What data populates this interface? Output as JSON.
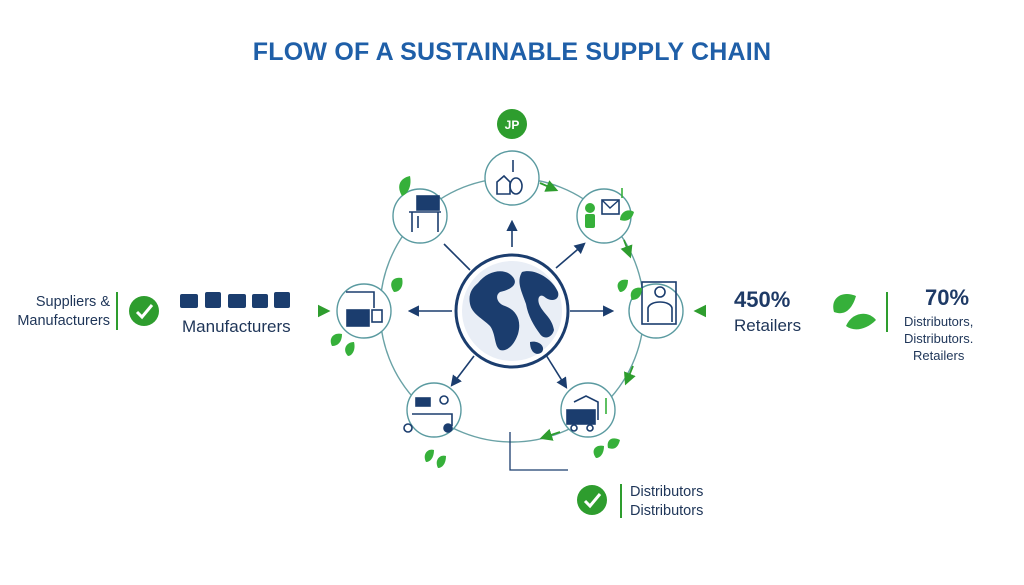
{
  "title": "FLOW OF A SUSTAINABLE SUPPLY CHAIN",
  "left": {
    "line1": "Suppliers &",
    "line2": "Manufacturers"
  },
  "manufacturers_label": "Manufacturers",
  "retailers_stat": {
    "value": "450%",
    "label": "Retailers"
  },
  "right_stat": {
    "value": "70%",
    "line1": "Distributors,",
    "line2": "Distributors.",
    "line3": "Retailers"
  },
  "distributors": {
    "line1": "Distributors",
    "line2": "Distributors"
  },
  "top_badge": "JP",
  "colors": {
    "navy": "#1b3d6e",
    "green": "#2e9d2e",
    "leaf": "#36b03a",
    "ring": "#5a9aa0",
    "title": "#1f5fa8"
  },
  "icons": [
    "globe-icon",
    "check-icon",
    "leaf-icon",
    "factory-icon",
    "truck-icon",
    "retail-person-icon",
    "worker-icon",
    "briefcase-icon",
    "warehouse-icon"
  ]
}
